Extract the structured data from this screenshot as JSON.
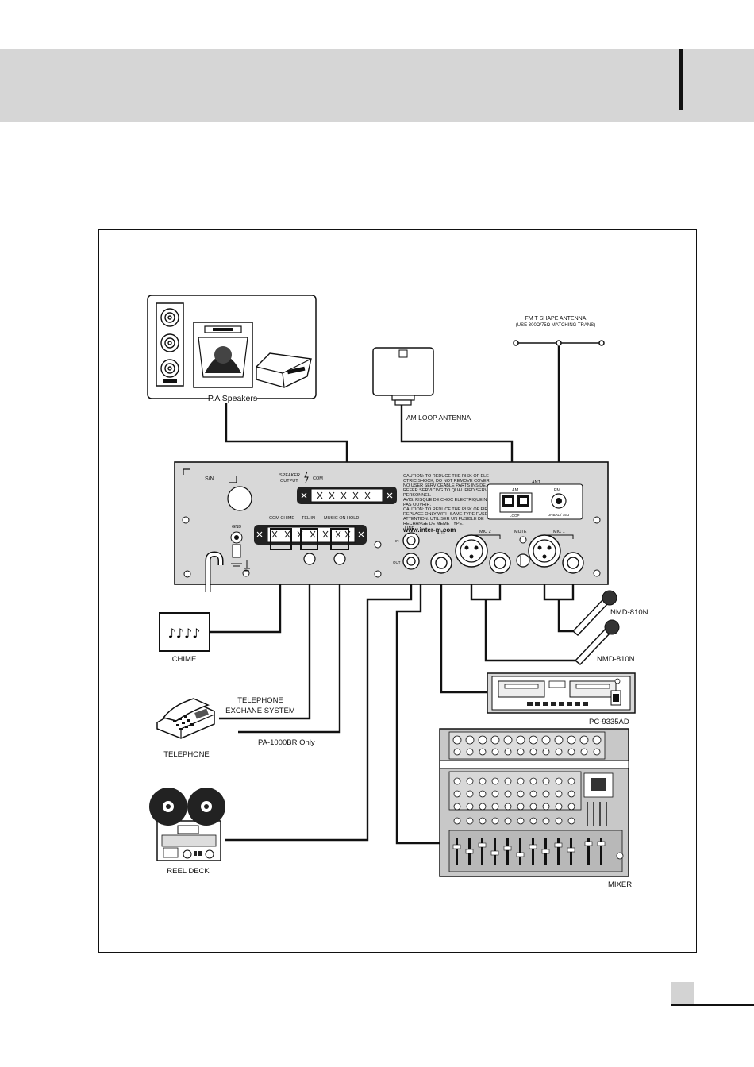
{
  "diagram": {
    "speakers": {
      "label": "P.A Speakers"
    },
    "am_antenna": {
      "label": "AM LOOP ANTENNA"
    },
    "fm_antenna": {
      "label_line1": "FM T SHAPE ANTENNA",
      "label_line2": "(USE 300Ω/75Ω MATCHING TRANS)"
    },
    "panel": {
      "serial": "S/N",
      "speaker_output_line1": "SPEAKER",
      "speaker_output_line2": "OUTPUT",
      "speaker_com": "COM",
      "caution_lines": [
        "CAUTION: TO REDUCE THE RISK OF ELE-",
        "CTRIC SHOCK, DO NOT REMOVE COVER.",
        "NO USER SERVICEABLE PARTS INSIDE.",
        "REFER SERVICING TO QUALIFIED SERVICE",
        "PERSONNEL.",
        "AVIS: RISQUE DE CHOC ELECTRIQUE NE",
        "PAS OUVRIR.",
        "CAUTION: TO REDUCE THE RISK OF FIRE",
        "REPLACE ONLY WITH SAME TYPE FUSE.",
        "ATTENTION: UTILISER UN FUSIBLE DE",
        "RECHANGE DE MEME TYPE."
      ],
      "website": "www.inter-m.com",
      "ant": "ANT",
      "am": "AM",
      "fm": "FM",
      "loop": "LOOP",
      "unbal": "UNBAL / 75Ω",
      "gnd": "GND",
      "com_chime": "COM  CHIME",
      "tel_in": "TEL IN",
      "music_on_hold": "MUSIC ON HOLD",
      "line": "LINE",
      "in": "IN",
      "out": "OUT",
      "aux": "AUX",
      "mic2": "MIC 2",
      "mute": "MUTE",
      "mic1": "MIC 1"
    },
    "mic_top": {
      "label": "NMD-810N"
    },
    "mic_bottom": {
      "label": "NMD-810N"
    },
    "chime": {
      "label": "CHIME"
    },
    "telephone_system": {
      "line1": "TELEPHONE",
      "line2": "EXCHANE SYSTEM"
    },
    "pa_only": {
      "label": "PA-1000BR Only"
    },
    "telephone": {
      "label": "TELEPHONE"
    },
    "cassette": {
      "label": "PC-9335AD"
    },
    "mixer": {
      "label": "MIXER"
    },
    "reel_deck": {
      "label": "REEL DECK"
    }
  }
}
